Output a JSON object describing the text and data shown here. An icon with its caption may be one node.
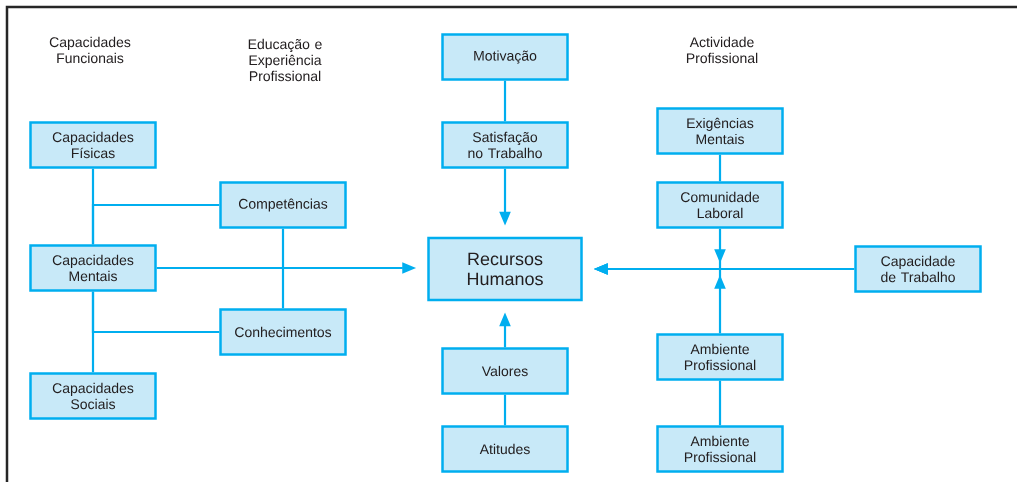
{
  "diagram": {
    "nodes": [
      {
        "text": [
          "Capacidades Físicas"
        ]
      },
      {
        "text": [
          "Competências"
        ]
      },
      {
        "text": [
          "Capacidades Mentais"
        ]
      },
      {
        "text": [
          "Conhecimentos"
        ]
      },
      {
        "text": [
          "Capacidades Sociais"
        ]
      },
      {
        "text": [
          "Motivação"
        ]
      },
      {
        "text": [
          "Satisfação no Trabalho"
        ]
      },
      {
        "text": [
          "Recursos Humanos"
        ]
      },
      {
        "text": [
          "Valores"
        ]
      },
      {
        "text": [
          "Atitudes"
        ]
      },
      {
        "text": [
          "Exigências Mentais"
        ]
      },
      {
        "text": [
          "Comunidade Laboral"
        ]
      },
      {
        "text": [
          "Capacidade de Trabalho"
        ]
      },
      {
        "text": [
          "Ambiente Profissional"
        ]
      },
      {
        "text": [
          "Ambiente Profissional"
        ]
      }
    ],
    "edges": [
      {
        "from": 0,
        "to": 2,
        "arrow": "none"
      },
      {
        "from": 1,
        "to": 2,
        "arrow": "none"
      },
      {
        "from": 2,
        "to": 4,
        "arrow": "none"
      },
      {
        "from": 3,
        "to": 2,
        "arrow": "none"
      },
      {
        "from": 1,
        "to": 3,
        "arrow": "none"
      },
      {
        "from": 2,
        "to": 7,
        "arrow": "to"
      },
      {
        "from": 5,
        "to": 6,
        "arrow": "none"
      },
      {
        "from": 6,
        "to": 7,
        "arrow": "to"
      },
      {
        "from": 9,
        "to": 8,
        "arrow": "none"
      },
      {
        "from": 8,
        "to": 7,
        "arrow": "to"
      },
      {
        "from": 10,
        "to": 11,
        "arrow": "none"
      },
      {
        "from": 11,
        "to": 7,
        "arrow": "to"
      },
      {
        "from": 13,
        "to": 7,
        "arrow": "to"
      },
      {
        "from": 12,
        "to": 7,
        "arrow": "to"
      },
      {
        "from": 14,
        "to": 13,
        "arrow": "none"
      }
    ],
    "labels": [
      "Capacidades Funcionais",
      "Educação e Experiência Profissional",
      "Actividade Profissional"
    ]
  }
}
